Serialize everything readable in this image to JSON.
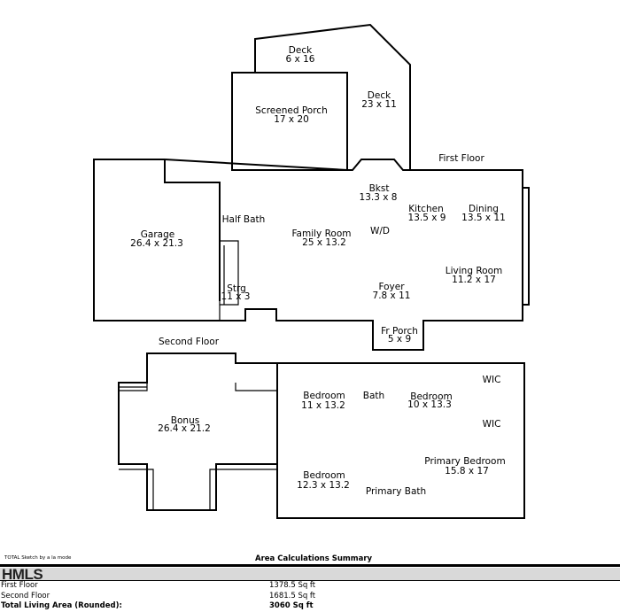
{
  "first_floor": {
    "heading": "First Floor",
    "rooms": [
      {
        "name": "Deck",
        "dims": "6 x 16"
      },
      {
        "name": "Deck",
        "dims": "23 x 11"
      },
      {
        "name": "Screened Porch",
        "dims": "17 x 20"
      },
      {
        "name": "Garage",
        "dims": "26.4 x 21.3"
      },
      {
        "name": "Half Bath",
        "dims": ""
      },
      {
        "name": "Bkst",
        "dims": "13.3 x 8"
      },
      {
        "name": "Kitchen",
        "dims": "13.5 x 9"
      },
      {
        "name": "Dining",
        "dims": "13.5 x 11"
      },
      {
        "name": "Family Room",
        "dims": "25 x 13.2"
      },
      {
        "name": "W/D",
        "dims": ""
      },
      {
        "name": "Living Room",
        "dims": "11.2 x 17"
      },
      {
        "name": "Strg",
        "dims": "11 x 3"
      },
      {
        "name": "Foyer",
        "dims": "7.8 x 11"
      },
      {
        "name": "Fr Porch",
        "dims": "5 x 9"
      }
    ]
  },
  "second_floor": {
    "heading": "Second Floor",
    "rooms": [
      {
        "name": "WIC",
        "dims": ""
      },
      {
        "name": "Bedroom",
        "dims": "11 x 13.2"
      },
      {
        "name": "Bath",
        "dims": ""
      },
      {
        "name": "Bedroom",
        "dims": "10 x 13.3"
      },
      {
        "name": "WIC",
        "dims": ""
      },
      {
        "name": "Bonus",
        "dims": "26.4 x 21.2"
      },
      {
        "name": "Primary Bedroom",
        "dims": "15.8 x 17"
      },
      {
        "name": "Bedroom",
        "dims": "12.3 x 13.2"
      },
      {
        "name": "Primary Bath",
        "dims": ""
      }
    ]
  },
  "footer": {
    "credit": "TOTAL Sketch by a la mode",
    "summary_title": "Area Calculations Summary",
    "logo": "HMLS",
    "rows": [
      {
        "label": "First Floor",
        "value": "1378.5 Sq ft"
      },
      {
        "label": "Second Floor",
        "value": "1681.5 Sq ft"
      },
      {
        "label": "Total Living Area (Rounded):",
        "value": "3060 Sq ft"
      }
    ]
  }
}
